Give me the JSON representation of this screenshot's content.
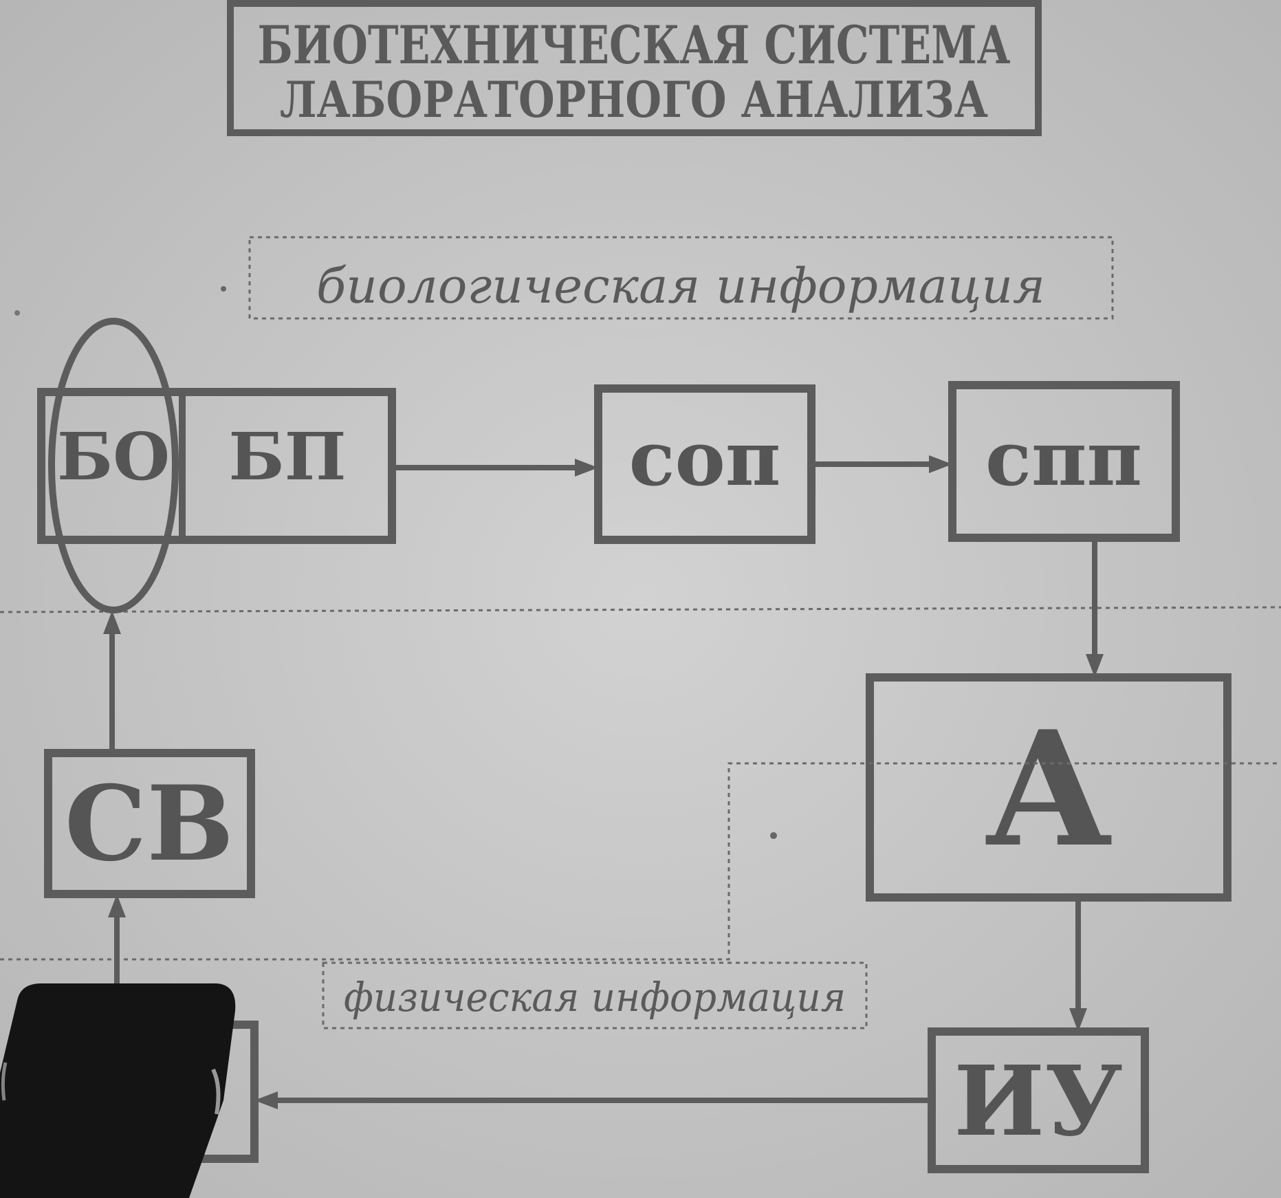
{
  "title": {
    "line1": "БИОТЕХНИЧЕСКАЯ СИСТЕМА",
    "line2": "ЛАБОРАТОРНОГО АНАЛИЗА"
  },
  "zones": {
    "biological": "биологическая информация",
    "physical": "физическая информация"
  },
  "blocks": {
    "bo": "БО",
    "bp": "БП",
    "sop": "соп",
    "spp": "спп",
    "sv": "СВ",
    "a": "А",
    "iu": "ИУ"
  },
  "colors": {
    "background": "#c9c9c9",
    "ink": "#5c5c5c",
    "occluder": "#141414"
  }
}
